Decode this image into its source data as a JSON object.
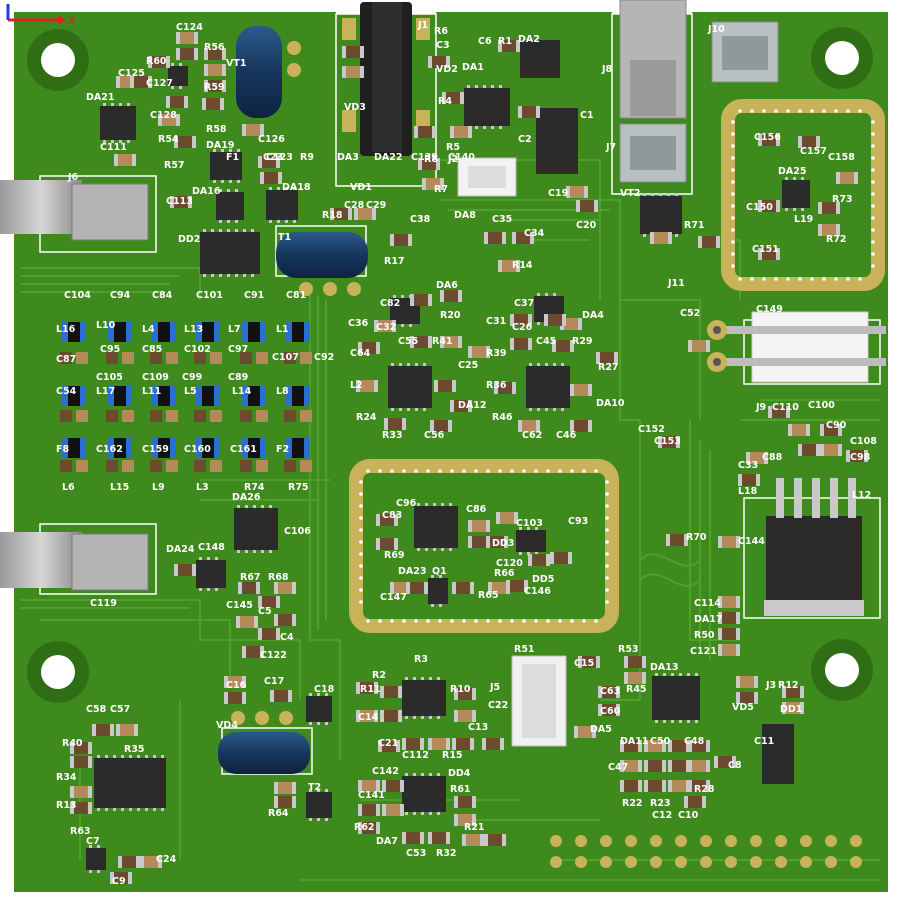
{
  "colors": {
    "board": "#3f8a1c",
    "board_dark": "#2f6e14",
    "trace": "#4a9a26",
    "silk": "#ffffff",
    "copper": "#c8b25a",
    "pad": "#c9c9c9",
    "chip": "#2b2b2b",
    "inductor_blue": "#1c3d66",
    "smd_blue": "#2a6fd0",
    "axis_x": "#e02020",
    "axis_y": "#2040e0"
  },
  "axis": {
    "x_label": "x"
  },
  "board": {
    "labels": [
      "J1",
      "R6",
      "C6",
      "R1",
      "DA2",
      "J8",
      "J10",
      "C124",
      "R56",
      "R60",
      "VT1",
      "DA21",
      "C125",
      "C127",
      "R59",
      "C128",
      "R58",
      "R54",
      "C126",
      "R57",
      "DA19",
      "C123",
      "C111",
      "J6",
      "C113",
      "DA16",
      "DA18",
      "VD2",
      "C3",
      "DA1",
      "VD3",
      "R4",
      "C2",
      "C1",
      "R5",
      "J2",
      "R8",
      "VD1",
      "R7",
      "J7",
      "C19",
      "C20",
      "VT2",
      "R71",
      "C156",
      "C157",
      "C158",
      "DA25",
      "C150",
      "R73",
      "L19",
      "R72",
      "C151",
      "R18",
      "C28",
      "C29",
      "C38",
      "DA8",
      "C35",
      "C34",
      "DD2",
      "T1",
      "R17",
      "R14",
      "J11",
      "C104",
      "C94",
      "C84",
      "C101",
      "C91",
      "C81",
      "L16",
      "L10",
      "L4",
      "L13",
      "L7",
      "L1",
      "C95",
      "C85",
      "C102",
      "C97",
      "C87",
      "C105",
      "C109",
      "C99",
      "C89",
      "C107",
      "C92",
      "C82",
      "DA6",
      "R20",
      "C37",
      "DA4",
      "C36",
      "C32",
      "C55",
      "R41",
      "C31",
      "C26",
      "C45",
      "R29",
      "C25",
      "C64",
      "R39",
      "R27",
      "C54",
      "L17",
      "L11",
      "L5",
      "L14",
      "L8",
      "L2",
      "R36",
      "R24",
      "DA12",
      "R46",
      "DA10",
      "R33",
      "C56",
      "C62",
      "C46",
      "C52",
      "C149",
      "J9",
      "C110",
      "C100",
      "C90",
      "C108",
      "C98",
      "C88",
      "C152",
      "C153",
      "F8",
      "C162",
      "C159",
      "C160",
      "C161",
      "F2",
      "C33",
      "L18",
      "L12",
      "L6",
      "L15",
      "L9",
      "L3",
      "R74",
      "R75",
      "DA26",
      "C106",
      "C96",
      "C86",
      "C103",
      "C93",
      "C83",
      "DD3",
      "C120",
      "DD5",
      "R69",
      "DA23",
      "Q1",
      "R65",
      "R66",
      "C146",
      "C147",
      "R70",
      "C144",
      "DA24",
      "C148",
      "R67",
      "R68",
      "C145",
      "C5",
      "C4",
      "C114",
      "DA17",
      "R50",
      "C121",
      "C119",
      "C122",
      "R53",
      "R3",
      "R2",
      "R11",
      "R10",
      "J5",
      "R51",
      "C15",
      "DA13",
      "R45",
      "C63",
      "C60",
      "VD5",
      "J3",
      "R12",
      "DD1",
      "C16",
      "C17",
      "C18",
      "C14",
      "C13",
      "C22",
      "C21",
      "C112",
      "R15",
      "DA5",
      "C58",
      "C57",
      "VD4",
      "R40",
      "R34",
      "R35",
      "R13",
      "R63",
      "R64",
      "T2",
      "C141",
      "C142",
      "DD4",
      "R61",
      "R62",
      "R21",
      "DA7",
      "C53",
      "R32",
      "DA11",
      "C50",
      "C48",
      "C47",
      "R28",
      "R22",
      "R23",
      "C12",
      "C10",
      "C8",
      "C11",
      "C7",
      "C24",
      "C9",
      "F1",
      "C23",
      "R9",
      "DA3",
      "DA22",
      "C139",
      "C140"
    ]
  }
}
